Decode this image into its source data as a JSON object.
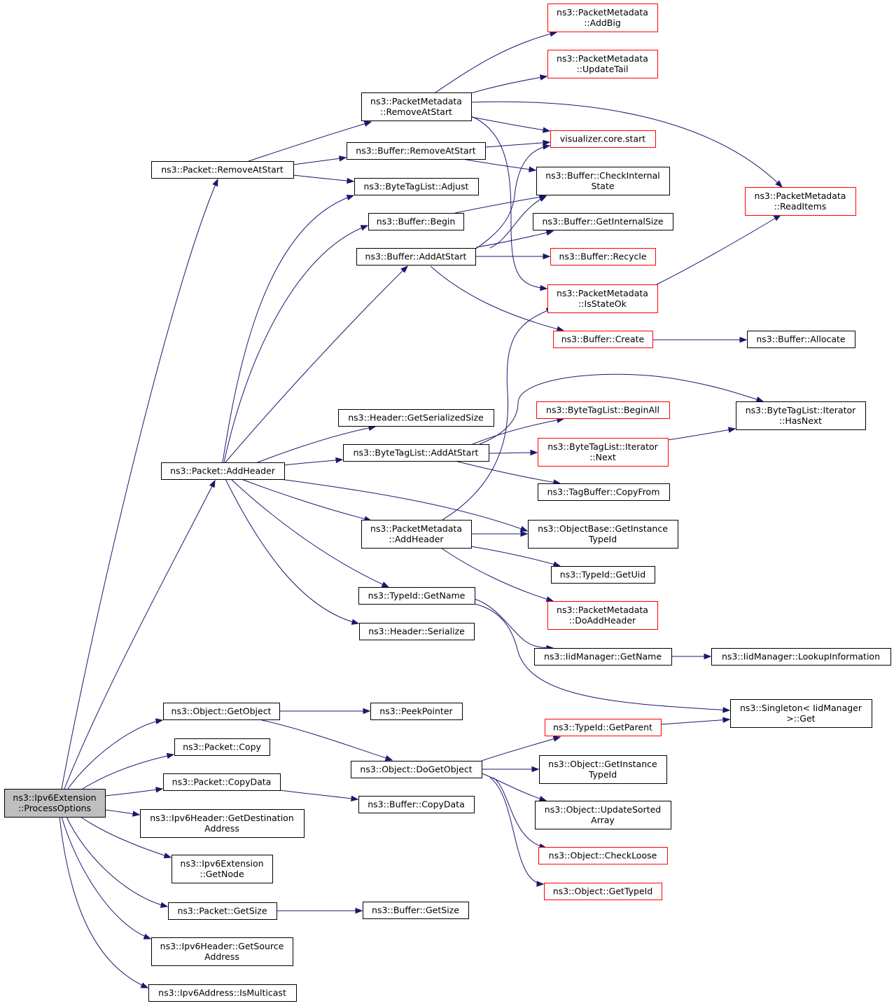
{
  "colors": {
    "edge": "#191970",
    "node_border": "#000000",
    "node_border_truncated": "#ff0000",
    "root_fill": "#bfbfbf",
    "node_fill": "#ffffff"
  },
  "nodes": [
    {
      "id": "root",
      "lines": [
        "ns3::Ipv6Extension",
        "::ProcessOptions"
      ],
      "style": "root"
    },
    {
      "id": "pkt_removeatstart",
      "lines": [
        "ns3::Packet::RemoveAtStart"
      ],
      "style": "normal"
    },
    {
      "id": "pkt_addheader",
      "lines": [
        "ns3::Packet::AddHeader"
      ],
      "style": "normal"
    },
    {
      "id": "obj_getobject",
      "lines": [
        "ns3::Object::GetObject"
      ],
      "style": "normal"
    },
    {
      "id": "pkt_copy",
      "lines": [
        "ns3::Packet::Copy"
      ],
      "style": "normal"
    },
    {
      "id": "pkt_copydata",
      "lines": [
        "ns3::Packet::CopyData"
      ],
      "style": "normal"
    },
    {
      "id": "ipv6h_getdest",
      "lines": [
        "ns3::Ipv6Header::GetDestination",
        "Address"
      ],
      "style": "normal"
    },
    {
      "id": "ipv6ext_getnode",
      "lines": [
        "ns3::Ipv6Extension",
        "::GetNode"
      ],
      "style": "normal"
    },
    {
      "id": "pkt_getsize",
      "lines": [
        "ns3::Packet::GetSize"
      ],
      "style": "normal"
    },
    {
      "id": "ipv6h_getsrc",
      "lines": [
        "ns3::Ipv6Header::GetSource",
        "Address"
      ],
      "style": "normal"
    },
    {
      "id": "ipv6addr_ismulticast",
      "lines": [
        "ns3::Ipv6Address::IsMulticast"
      ],
      "style": "normal"
    },
    {
      "id": "pm_removeatstart",
      "lines": [
        "ns3::PacketMetadata",
        "::RemoveAtStart"
      ],
      "style": "normal"
    },
    {
      "id": "buf_removeatstart",
      "lines": [
        "ns3::Buffer::RemoveAtStart"
      ],
      "style": "normal"
    },
    {
      "id": "btl_adjust",
      "lines": [
        "ns3::ByteTagList::Adjust"
      ],
      "style": "normal"
    },
    {
      "id": "buf_begin",
      "lines": [
        "ns3::Buffer::Begin"
      ],
      "style": "normal"
    },
    {
      "id": "buf_addatstart",
      "lines": [
        "ns3::Buffer::AddAtStart"
      ],
      "style": "normal"
    },
    {
      "id": "hdr_getserializedsize",
      "lines": [
        "ns3::Header::GetSerializedSize"
      ],
      "style": "normal"
    },
    {
      "id": "btl_addatstart",
      "lines": [
        "ns3::ByteTagList::AddAtStart"
      ],
      "style": "normal"
    },
    {
      "id": "pm_addheader",
      "lines": [
        "ns3::PacketMetadata",
        "::AddHeader"
      ],
      "style": "normal"
    },
    {
      "id": "typeid_getname",
      "lines": [
        "ns3::TypeId::GetName"
      ],
      "style": "normal"
    },
    {
      "id": "hdr_serialize",
      "lines": [
        "ns3::Header::Serialize"
      ],
      "style": "normal"
    },
    {
      "id": "peekpointer",
      "lines": [
        "ns3::PeekPointer"
      ],
      "style": "normal"
    },
    {
      "id": "obj_dogetobject",
      "lines": [
        "ns3::Object::DoGetObject"
      ],
      "style": "normal"
    },
    {
      "id": "buf_copydata",
      "lines": [
        "ns3::Buffer::CopyData"
      ],
      "style": "normal"
    },
    {
      "id": "buf_getsize",
      "lines": [
        "ns3::Buffer::GetSize"
      ],
      "style": "normal"
    },
    {
      "id": "pm_addbig",
      "lines": [
        "ns3::PacketMetadata",
        "::AddBig"
      ],
      "style": "truncated"
    },
    {
      "id": "pm_updatetail",
      "lines": [
        "ns3::PacketMetadata",
        "::UpdateTail"
      ],
      "style": "truncated"
    },
    {
      "id": "vis_core_start",
      "lines": [
        "visualizer.core.start"
      ],
      "style": "truncated"
    },
    {
      "id": "buf_checkinternal",
      "lines": [
        "ns3::Buffer::CheckInternal",
        "State"
      ],
      "style": "normal"
    },
    {
      "id": "buf_getinternalsize",
      "lines": [
        "ns3::Buffer::GetInternalSize"
      ],
      "style": "normal"
    },
    {
      "id": "buf_recycle",
      "lines": [
        "ns3::Buffer::Recycle"
      ],
      "style": "truncated"
    },
    {
      "id": "pm_isstateok",
      "lines": [
        "ns3::PacketMetadata",
        "::IsStateOk"
      ],
      "style": "truncated"
    },
    {
      "id": "buf_create",
      "lines": [
        "ns3::Buffer::Create"
      ],
      "style": "truncated"
    },
    {
      "id": "btl_beginall",
      "lines": [
        "ns3::ByteTagList::BeginAll"
      ],
      "style": "truncated"
    },
    {
      "id": "btl_iter_next",
      "lines": [
        "ns3::ByteTagList::Iterator",
        "::Next"
      ],
      "style": "truncated"
    },
    {
      "id": "tagbuf_copyfrom",
      "lines": [
        "ns3::TagBuffer::CopyFrom"
      ],
      "style": "normal"
    },
    {
      "id": "objbase_getinstancetypeid",
      "lines": [
        "ns3::ObjectBase::GetInstance",
        "TypeId"
      ],
      "style": "normal"
    },
    {
      "id": "typeid_getuid",
      "lines": [
        "ns3::TypeId::GetUid"
      ],
      "style": "normal"
    },
    {
      "id": "pm_doaddheader",
      "lines": [
        "ns3::PacketMetadata",
        "::DoAddHeader"
      ],
      "style": "truncated"
    },
    {
      "id": "iid_getname",
      "lines": [
        "ns3::IidManager::GetName"
      ],
      "style": "normal"
    },
    {
      "id": "typeid_getparent",
      "lines": [
        "ns3::TypeId::GetParent"
      ],
      "style": "truncated"
    },
    {
      "id": "obj_getinstancetypeid",
      "lines": [
        "ns3::Object::GetInstance",
        "TypeId"
      ],
      "style": "normal"
    },
    {
      "id": "obj_updatesortedarray",
      "lines": [
        "ns3::Object::UpdateSorted",
        "Array"
      ],
      "style": "normal"
    },
    {
      "id": "obj_checkloose",
      "lines": [
        "ns3::Object::CheckLoose"
      ],
      "style": "truncated"
    },
    {
      "id": "obj_gettypeid",
      "lines": [
        "ns3::Object::GetTypeId"
      ],
      "style": "truncated"
    },
    {
      "id": "pm_readitems",
      "lines": [
        "ns3::PacketMetadata",
        "::ReadItems"
      ],
      "style": "truncated"
    },
    {
      "id": "buf_allocate",
      "lines": [
        "ns3::Buffer::Allocate"
      ],
      "style": "normal"
    },
    {
      "id": "btl_iter_hasnext",
      "lines": [
        "ns3::ByteTagList::Iterator",
        "::HasNext"
      ],
      "style": "normal"
    },
    {
      "id": "iid_lookupinformation",
      "lines": [
        "ns3::IidManager::LookupInformation"
      ],
      "style": "normal"
    },
    {
      "id": "singleton_get",
      "lines": [
        "ns3::Singleton< IidManager",
        ">::Get"
      ],
      "style": "normal"
    }
  ],
  "edges": [
    [
      "root",
      "pkt_removeatstart"
    ],
    [
      "root",
      "pkt_addheader"
    ],
    [
      "root",
      "obj_getobject"
    ],
    [
      "root",
      "pkt_copy"
    ],
    [
      "root",
      "pkt_copydata"
    ],
    [
      "root",
      "ipv6h_getdest"
    ],
    [
      "root",
      "ipv6ext_getnode"
    ],
    [
      "root",
      "pkt_getsize"
    ],
    [
      "root",
      "ipv6h_getsrc"
    ],
    [
      "root",
      "ipv6addr_ismulticast"
    ],
    [
      "pkt_removeatstart",
      "pm_removeatstart"
    ],
    [
      "pkt_removeatstart",
      "buf_removeatstart"
    ],
    [
      "pkt_removeatstart",
      "btl_adjust"
    ],
    [
      "pkt_addheader",
      "btl_adjust"
    ],
    [
      "pkt_addheader",
      "buf_begin"
    ],
    [
      "pkt_addheader",
      "buf_addatstart"
    ],
    [
      "pkt_addheader",
      "hdr_getserializedsize"
    ],
    [
      "pkt_addheader",
      "btl_addatstart"
    ],
    [
      "pkt_addheader",
      "pm_addheader"
    ],
    [
      "pkt_addheader",
      "objbase_getinstancetypeid"
    ],
    [
      "pkt_addheader",
      "typeid_getname"
    ],
    [
      "pkt_addheader",
      "hdr_serialize"
    ],
    [
      "obj_getobject",
      "peekpointer"
    ],
    [
      "obj_getobject",
      "obj_dogetobject"
    ],
    [
      "pkt_copydata",
      "buf_copydata"
    ],
    [
      "pkt_getsize",
      "buf_getsize"
    ],
    [
      "pm_removeatstart",
      "pm_addbig"
    ],
    [
      "pm_removeatstart",
      "pm_updatetail"
    ],
    [
      "pm_removeatstart",
      "vis_core_start"
    ],
    [
      "pm_removeatstart",
      "pm_readitems"
    ],
    [
      "pm_removeatstart",
      "pm_isstateok"
    ],
    [
      "buf_removeatstart",
      "vis_core_start"
    ],
    [
      "buf_removeatstart",
      "buf_checkinternal"
    ],
    [
      "buf_begin",
      "buf_checkinternal"
    ],
    [
      "buf_addatstart",
      "vis_core_start"
    ],
    [
      "buf_addatstart",
      "buf_checkinternal"
    ],
    [
      "buf_addatstart",
      "buf_getinternalsize"
    ],
    [
      "buf_addatstart",
      "buf_recycle"
    ],
    [
      "buf_addatstart",
      "buf_create"
    ],
    [
      "pm_isstateok",
      "pm_readitems"
    ],
    [
      "buf_create",
      "buf_allocate"
    ],
    [
      "btl_addatstart",
      "btl_beginall"
    ],
    [
      "btl_addatstart",
      "btl_iter_next"
    ],
    [
      "btl_addatstart",
      "tagbuf_copyfrom"
    ],
    [
      "btl_addatstart",
      "btl_iter_hasnext"
    ],
    [
      "btl_iter_next",
      "btl_iter_hasnext"
    ],
    [
      "pm_addheader",
      "pm_isstateok"
    ],
    [
      "pm_addheader",
      "objbase_getinstancetypeid"
    ],
    [
      "pm_addheader",
      "typeid_getuid"
    ],
    [
      "pm_addheader",
      "pm_doaddheader"
    ],
    [
      "typeid_getname",
      "iid_getname"
    ],
    [
      "typeid_getname",
      "singleton_get"
    ],
    [
      "iid_getname",
      "iid_lookupinformation"
    ],
    [
      "obj_dogetobject",
      "typeid_getparent"
    ],
    [
      "obj_dogetobject",
      "obj_getinstancetypeid"
    ],
    [
      "obj_dogetobject",
      "obj_updatesortedarray"
    ],
    [
      "obj_dogetobject",
      "obj_checkloose"
    ],
    [
      "obj_dogetobject",
      "obj_gettypeid"
    ],
    [
      "typeid_getparent",
      "singleton_get"
    ]
  ]
}
